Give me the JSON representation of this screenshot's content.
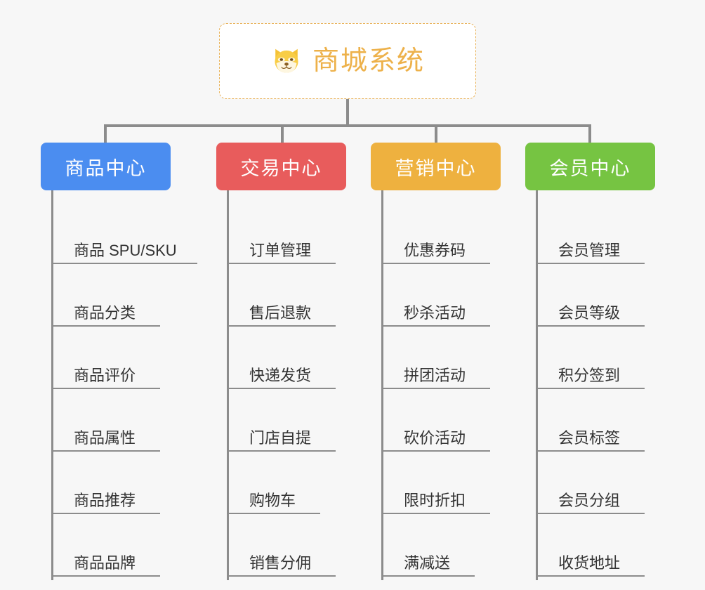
{
  "root": {
    "title": "商城系统",
    "icon": "dog-face-icon",
    "border_color": "#e8b259",
    "text_color": "#edb14a",
    "background": "#ffffff"
  },
  "canvas": {
    "background": "#f7f7f7",
    "connector_color": "#8c8c8c"
  },
  "categories": [
    {
      "label": "商品中心",
      "color": "#4b8df0",
      "items": [
        {
          "label": "商品 SPU/SKU",
          "width": "wide"
        },
        {
          "label": "商品分类",
          "width": "norm"
        },
        {
          "label": "商品评价",
          "width": "norm"
        },
        {
          "label": "商品属性",
          "width": "norm"
        },
        {
          "label": "商品推荐",
          "width": "norm"
        },
        {
          "label": "商品品牌",
          "width": "norm"
        }
      ]
    },
    {
      "label": "交易中心",
      "color": "#e85c5c",
      "items": [
        {
          "label": "订单管理",
          "width": "norm"
        },
        {
          "label": "售后退款",
          "width": "norm"
        },
        {
          "label": "快递发货",
          "width": "norm"
        },
        {
          "label": "门店自提",
          "width": "norm"
        },
        {
          "label": "购物车",
          "width": "short"
        },
        {
          "label": "销售分佣",
          "width": "norm"
        }
      ]
    },
    {
      "label": "营销中心",
      "color": "#eeb13f",
      "items": [
        {
          "label": "优惠券码",
          "width": "norm"
        },
        {
          "label": "秒杀活动",
          "width": "norm"
        },
        {
          "label": "拼团活动",
          "width": "norm"
        },
        {
          "label": "砍价活动",
          "width": "norm"
        },
        {
          "label": "限时折扣",
          "width": "norm"
        },
        {
          "label": "满减送",
          "width": "short"
        }
      ]
    },
    {
      "label": "会员中心",
      "color": "#76c442",
      "items": [
        {
          "label": "会员管理",
          "width": "norm"
        },
        {
          "label": "会员等级",
          "width": "norm"
        },
        {
          "label": "积分签到",
          "width": "norm"
        },
        {
          "label": "会员标签",
          "width": "norm"
        },
        {
          "label": "会员分组",
          "width": "norm"
        },
        {
          "label": "收货地址",
          "width": "norm"
        }
      ]
    }
  ]
}
